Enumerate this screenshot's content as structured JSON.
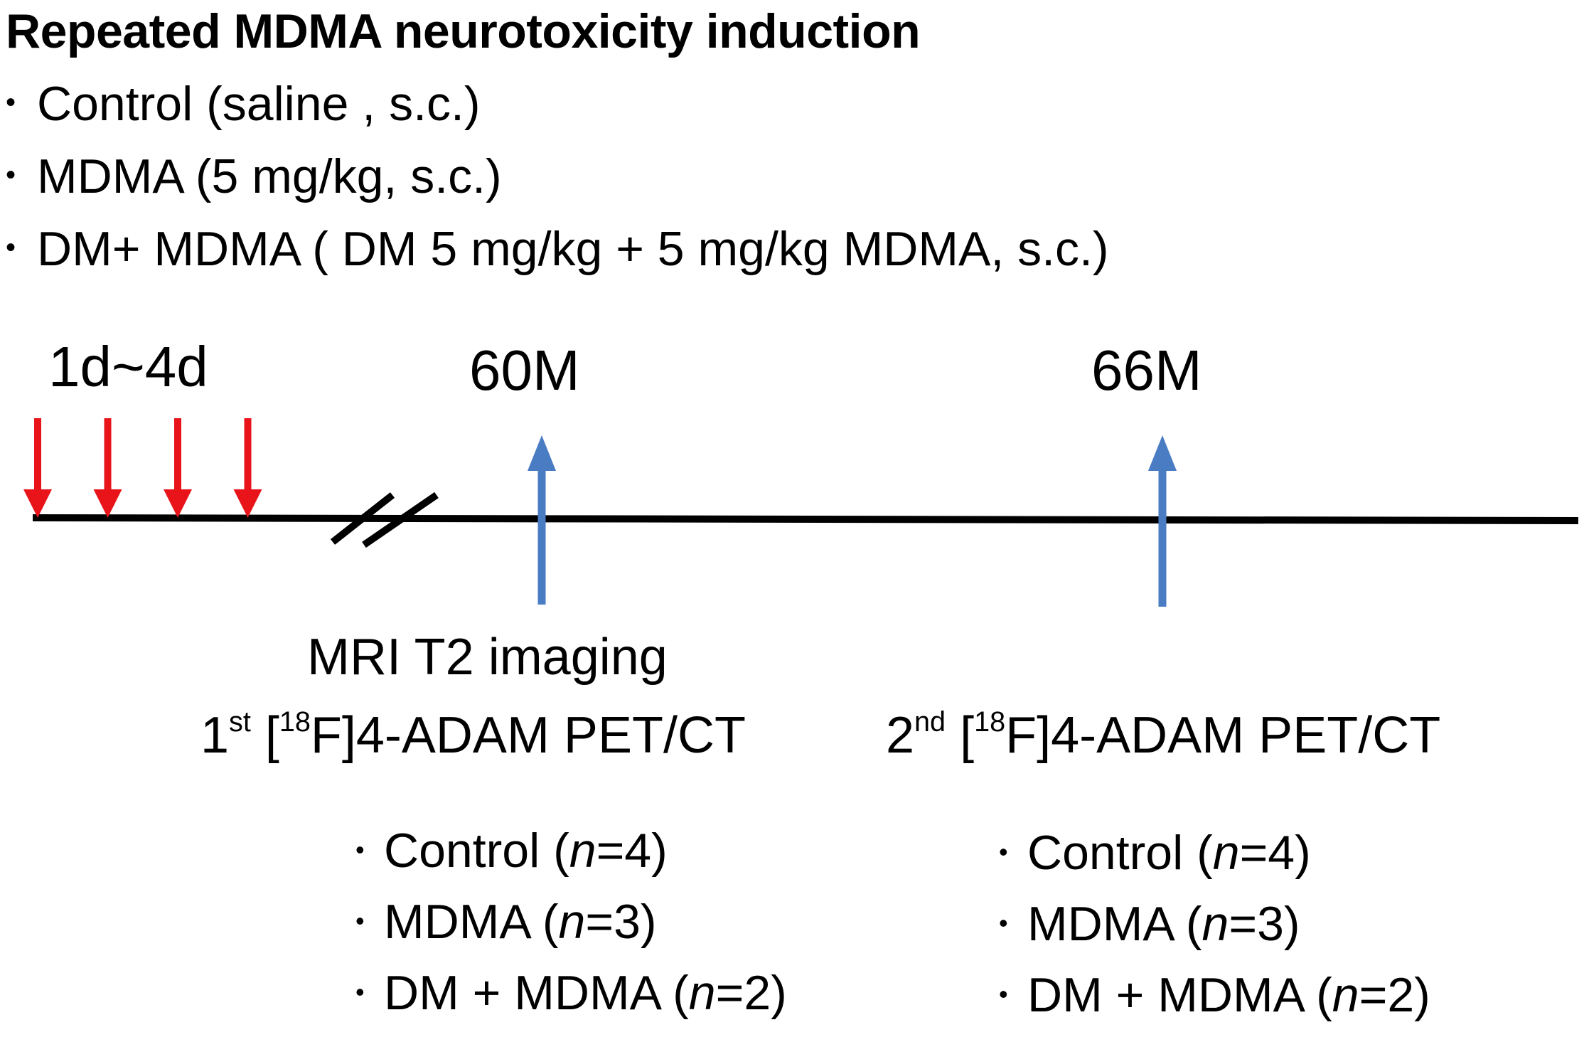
{
  "title": "Repeated MDMA neurotoxicity induction",
  "treatments": [
    "Control (saline , s.c.)",
    "MDMA (5 mg/kg, s.c.)",
    "DM+ MDMA ( DM 5 mg/kg + 5 mg/kg MDMA, s.c.)"
  ],
  "timeline": {
    "injection_label": "1d~4d",
    "injection_count": 4,
    "timepoint_1": "60M",
    "timepoint_2": "66M",
    "colors": {
      "injection_arrow": "#e8141a",
      "imaging_arrow": "#4a7cc4",
      "axis": "#000000"
    }
  },
  "scan_1": {
    "line_1": "MRI T2 imaging",
    "ordinal_num": "1",
    "ordinal_suffix": "st",
    "bracket_open": "[",
    "isotope_mass": "18",
    "tracer": "F]4-ADAM PET/CT",
    "groups": [
      {
        "name": "Control (",
        "n_label": "n",
        "n_value": "=4)"
      },
      {
        "name": "MDMA (",
        "n_label": "n",
        "n_value": "=3)"
      },
      {
        "name": "DM + MDMA (",
        "n_label": "n",
        "n_value": "=2)"
      }
    ]
  },
  "scan_2": {
    "ordinal_num": "2",
    "ordinal_suffix": "nd",
    "bracket_open": "[",
    "isotope_mass": "18",
    "tracer": "F]4-ADAM PET/CT",
    "groups": [
      {
        "name": "Control (",
        "n_label": "n",
        "n_value": "=4)"
      },
      {
        "name": "MDMA (",
        "n_label": "n",
        "n_value": "=3)"
      },
      {
        "name": "DM + MDMA (",
        "n_label": "n",
        "n_value": "=2)"
      }
    ]
  }
}
